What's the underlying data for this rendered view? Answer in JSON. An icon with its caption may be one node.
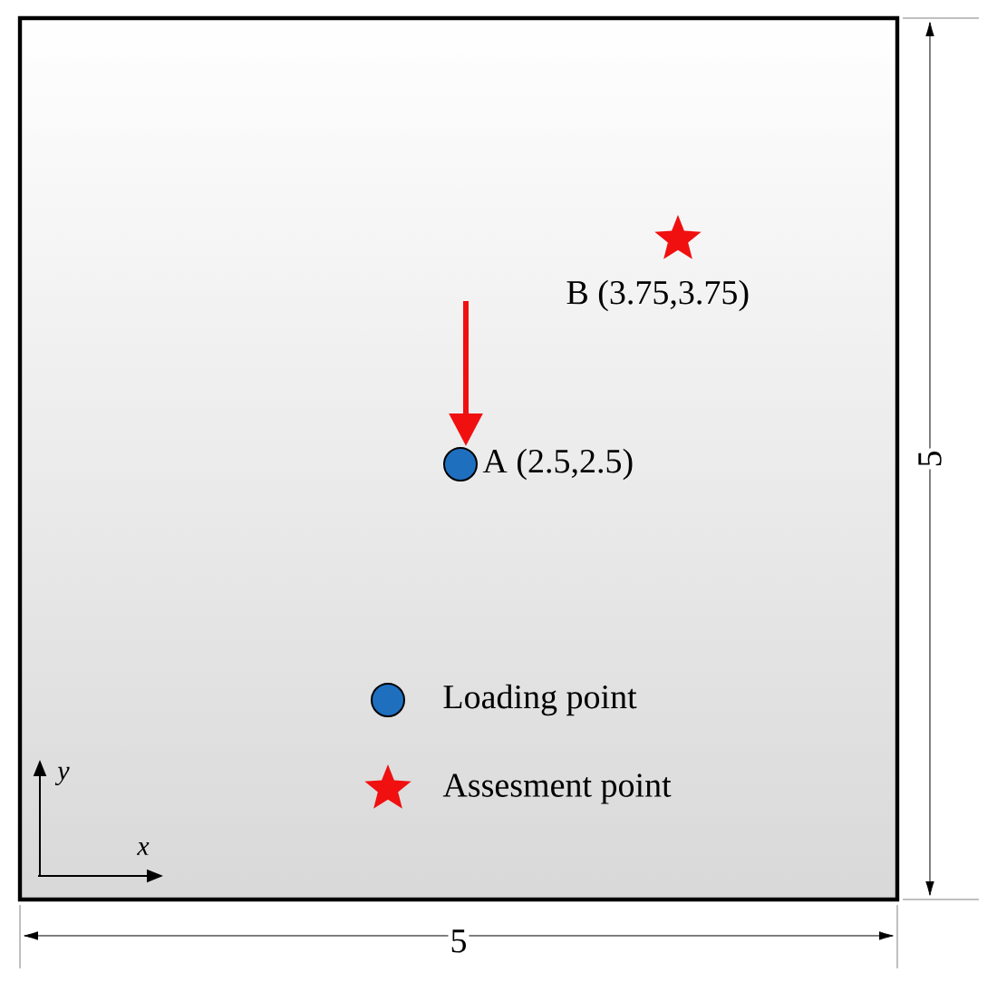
{
  "diagram": {
    "labels": [
      "B (3.75,3.75)",
      "A (2.5,2.5)",
      "5",
      "y",
      "x",
      "5"
    ],
    "legend": [
      {
        "text": "Loading point"
      },
      {
        "text": "Assesment point"
      }
    ]
  }
}
